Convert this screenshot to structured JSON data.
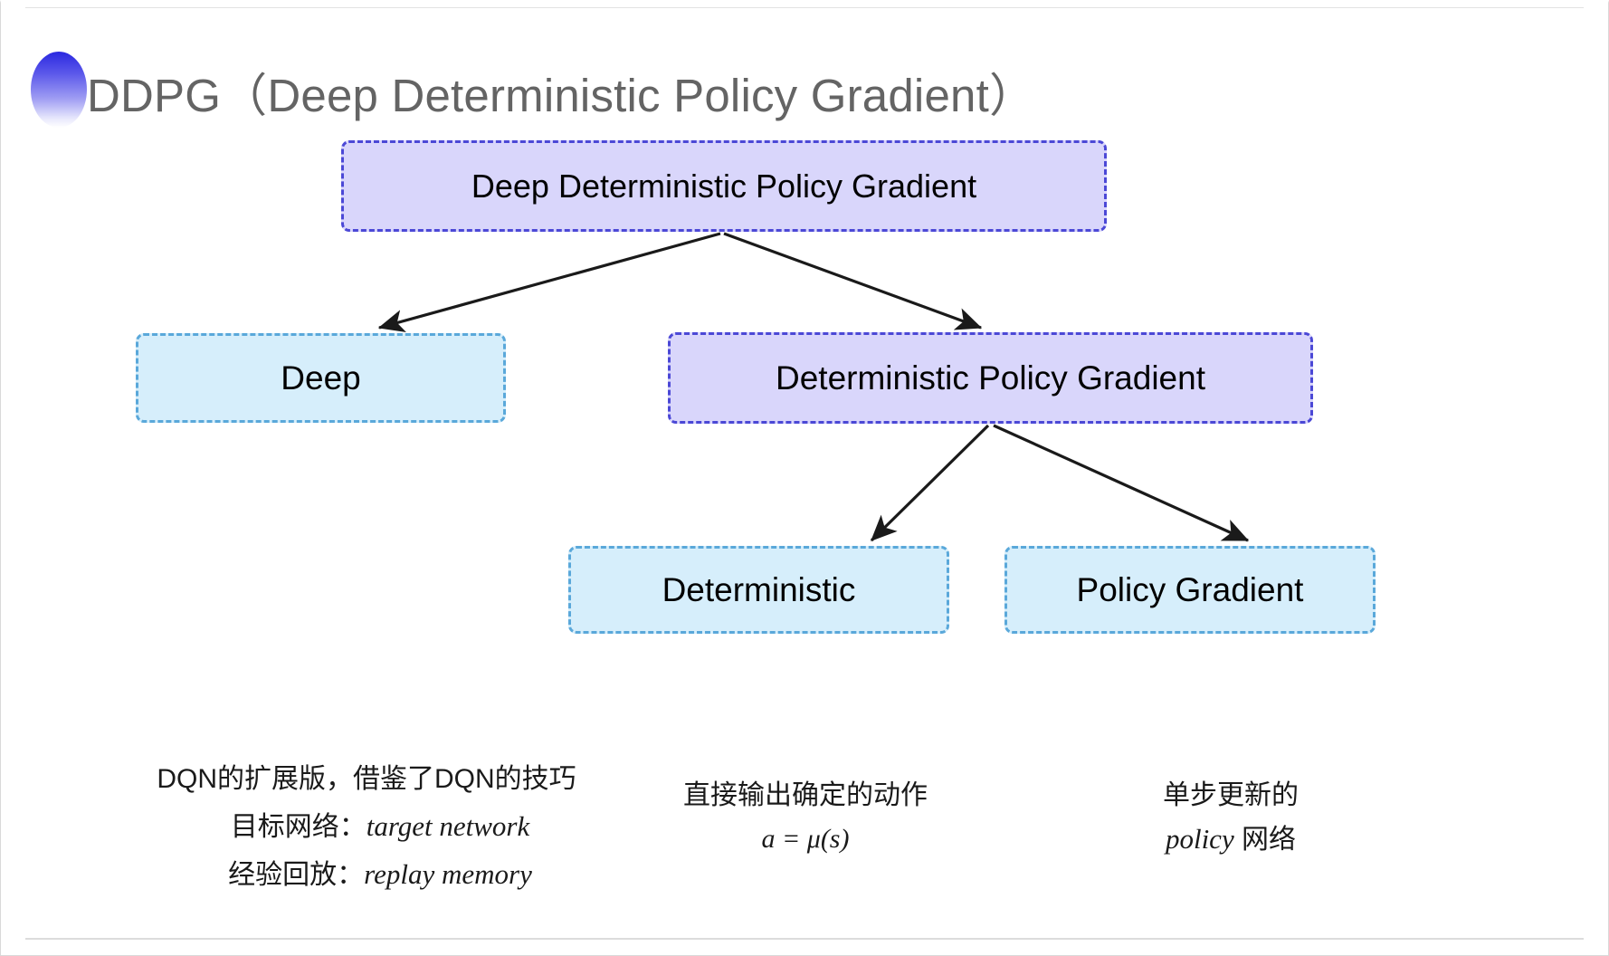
{
  "slide": {
    "title": "DDPG（Deep Deterministic Policy Gradient）",
    "bullet_icon": "gradient-circle-bullet",
    "title_color": "#646464",
    "background": "#ffffff"
  },
  "colors": {
    "purple_fill": "#d9d6fb",
    "purple_border": "#4b48d6",
    "blue_fill": "#d6eefb",
    "blue_border": "#5aa8da",
    "arrow": "#1a1a1a",
    "text": "#000000"
  },
  "diagram": {
    "type": "tree",
    "nodes": [
      {
        "id": "root",
        "label": "Deep Deterministic Policy Gradient",
        "style": "purple",
        "level": 0
      },
      {
        "id": "deep",
        "label": "Deep",
        "style": "blue",
        "level": 1
      },
      {
        "id": "dpg",
        "label": "Deterministic Policy Gradient",
        "style": "purple",
        "level": 1
      },
      {
        "id": "deterministic",
        "label": "Deterministic",
        "style": "blue",
        "level": 2
      },
      {
        "id": "policy_gradient",
        "label": "Policy Gradient",
        "style": "blue",
        "level": 2
      }
    ],
    "edges": [
      {
        "from": "root",
        "to": "deep"
      },
      {
        "from": "root",
        "to": "dpg"
      },
      {
        "from": "dpg",
        "to": "deterministic"
      },
      {
        "from": "dpg",
        "to": "policy_gradient"
      }
    ]
  },
  "annotations": {
    "deep": {
      "line1": "DQN的扩展版，借鉴了DQN的技巧",
      "line2_label": "目标网络：",
      "line2_term": "target network",
      "line3_label": "经验回放：",
      "line3_term": "replay memory"
    },
    "deterministic": {
      "line1": "直接输出确定的动作",
      "formula": "a = μ(s)"
    },
    "policy_gradient": {
      "line1": "单步更新的",
      "line2_term": "policy",
      "line2_suffix": " 网络"
    }
  }
}
